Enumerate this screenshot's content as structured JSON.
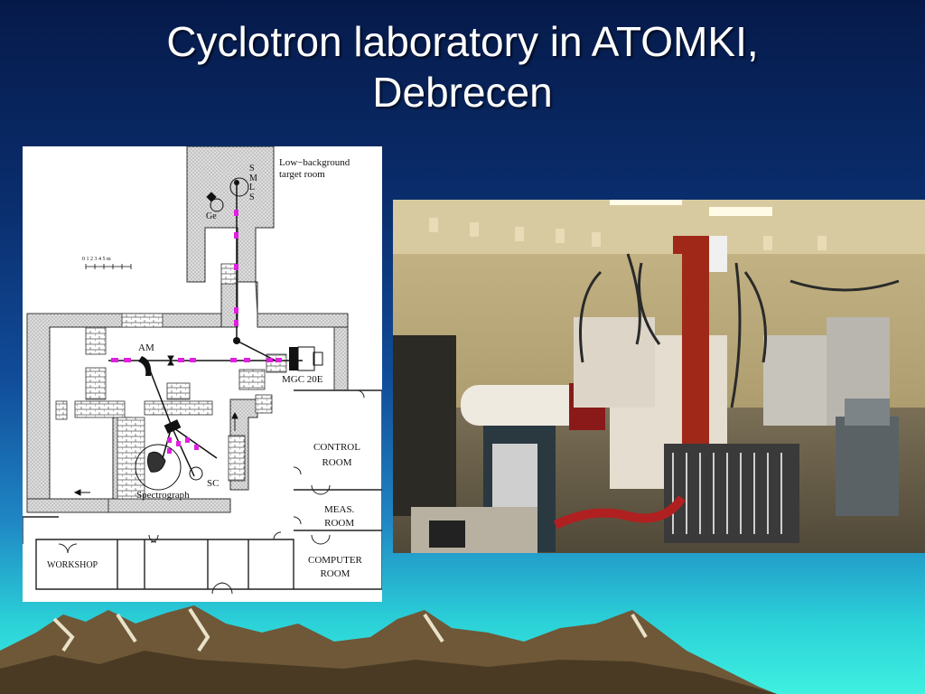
{
  "slide": {
    "title_line1": "Cyclotron laboratory in ATOMKI,",
    "title_line2": "Debrecen"
  },
  "floorplan": {
    "labels": {
      "low_background_1": "Low−background",
      "low_background_2": "target room",
      "s1": "S",
      "m": "M",
      "l": "L",
      "s2": "S",
      "ge": "Ge",
      "am": "AM",
      "mgc": "MGC 20E",
      "sc": "SC",
      "spectrograph": "Spectrograph",
      "control_room_1": "CONTROL",
      "control_room_2": "ROOM",
      "meas_room_1": "MEAS.",
      "meas_room_2": "ROOM",
      "computer_room_1": "COMPUTER",
      "computer_room_2": "ROOM",
      "workshop": "WORKSHOP",
      "scale": "0  1  2  3  4  5 m"
    },
    "beamline_color": "#e020e0"
  },
  "photo": {
    "subject": "cyclotron-hall-photo"
  }
}
